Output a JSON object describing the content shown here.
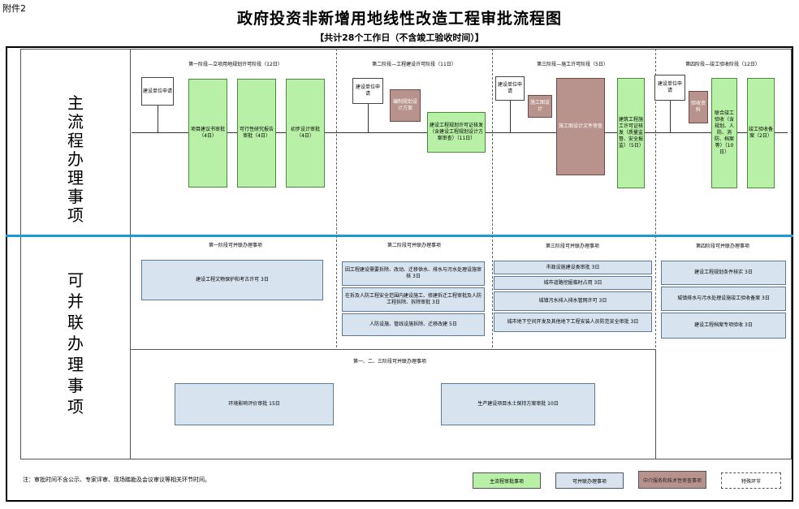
{
  "corner_label": "附件2",
  "title": "政府投资非新增用地线性改造工程审批流程图",
  "subtitle": "【共计28个工作日（不含竣工验收时间）】",
  "side_labels": {
    "main": [
      "主",
      "流",
      "程",
      "办",
      "理",
      "事",
      "项"
    ],
    "parallel": [
      "可",
      "并",
      "联",
      "办",
      "理",
      "事",
      "项"
    ]
  },
  "phases": [
    "第一阶段—立项用地规划许可阶段（12日）",
    "第二阶段—工程建设许可阶段（11日）",
    "第三阶段—施工许可阶段（5日）",
    "第四阶段—竣工验收阶段（12日）"
  ],
  "main_boxes": {
    "p1_unit": "建设单位申请",
    "p1_a": "项目建议书审批（4日）",
    "p1_b": "可行性研究报告审批（4日）",
    "p1_c": "初步设计审批（4日）",
    "p2_unit": "建设单位申请",
    "p2_plan": "编制规划设计方案",
    "p2_main": "建设工程规划许可证核发（含建设工程规划设计方案审查）（11日）",
    "p3_unit": "建设单位申请",
    "p3_draw": "施工图设计",
    "p3_check": "施工图设计文件审查",
    "p3_permit": "建筑工程施工许可证核发（质量监督、安全报监）（5日）",
    "p4_unit": "建设单位申请",
    "p4_acc": "验收资料",
    "p4_joint": "联合竣工验收（含规划、人防、消防、档案等）（10日）",
    "p4_record": "竣工验收备案（2日）"
  },
  "parallel_headers": [
    "第一阶段可并联办理事项",
    "第二阶段可并联办理事项",
    "第三阶段可并联办理事项",
    "第四阶段可并联办理事项"
  ],
  "p1_parallel": [
    "建设工程文物保护和考古许可 3日"
  ],
  "p2_parallel": [
    "因工程建设需要拆除、改动、迁移供水、排水与污水处理设施审核 3日",
    "在拆及人防工程安全范围内建设施工、修建拆迁工程审批及人防工程拆除、拆除审批 3日",
    "人防设施、管线设施拆除、迁移改建 5日"
  ],
  "p3_parallel": [
    "市政设施建设类审批 3日",
    "城市道路挖掘临时占用 3日",
    "城镇污水排入排水管网许可 3日",
    "城市地下空间开发及其他地下工程安装人员防范安全审批 3日"
  ],
  "p4_parallel": [
    "建设工程规划条件核实 3日",
    "城镇排水与污水处理设施竣工验收备案 3日",
    "建设工程档案专项验收 3日"
  ],
  "shared_header": "第一、二、三阶段可并联办理事项",
  "shared_items": [
    "环境影响评价审批 15日",
    "生产建设项目水土保持方案审批 10日"
  ],
  "note": "注：审批时间不含公示、专家评审、现场踏勘及会议审议等相关环节时间。",
  "legend": [
    "主流程审批事项",
    "可并联办理事项",
    "中介服务和技术性审查事项",
    "特殊环节"
  ],
  "colors": {
    "main_green": "#b7f0a6",
    "parallel_blue": "#d7e3ef",
    "intermediary_brown": "#b8938d",
    "divider_blue": "#1b9ad6"
  }
}
